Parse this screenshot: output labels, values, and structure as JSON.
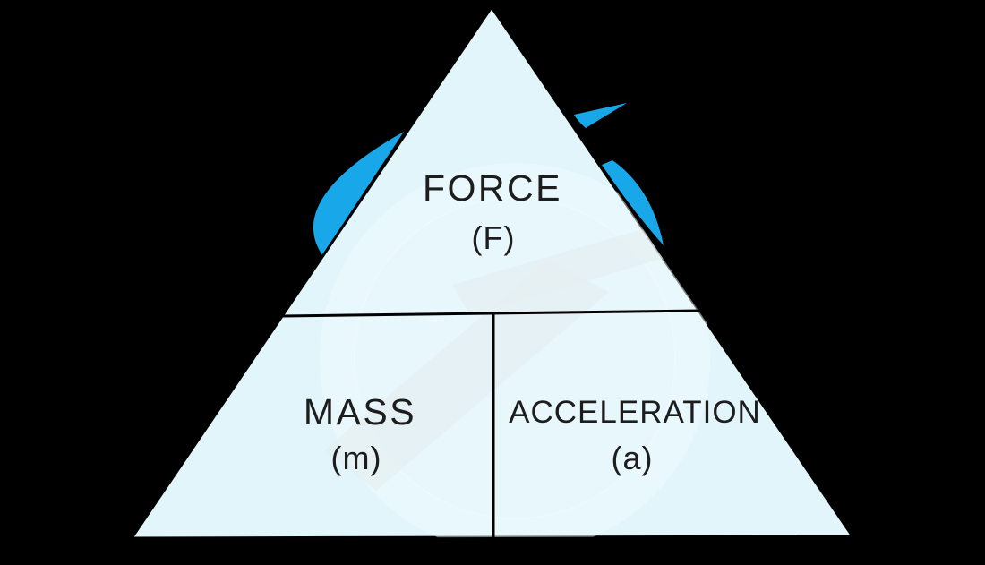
{
  "colors": {
    "background": "#000000",
    "arrow_blue": "#18a8ea",
    "triangle_fill": "#e1f5fb",
    "line": "#000000",
    "text": "#1d1d1d",
    "watermark_ring": "#f2fbfe",
    "watermark_bolt": "#e6edef"
  },
  "triangle": {
    "top": {
      "label": "FORCE",
      "symbol": "(F)"
    },
    "bottom_left": {
      "label": "MASS",
      "symbol": "(m)"
    },
    "bottom_right": {
      "label": "ACCELERATION",
      "symbol": "(a)"
    }
  }
}
